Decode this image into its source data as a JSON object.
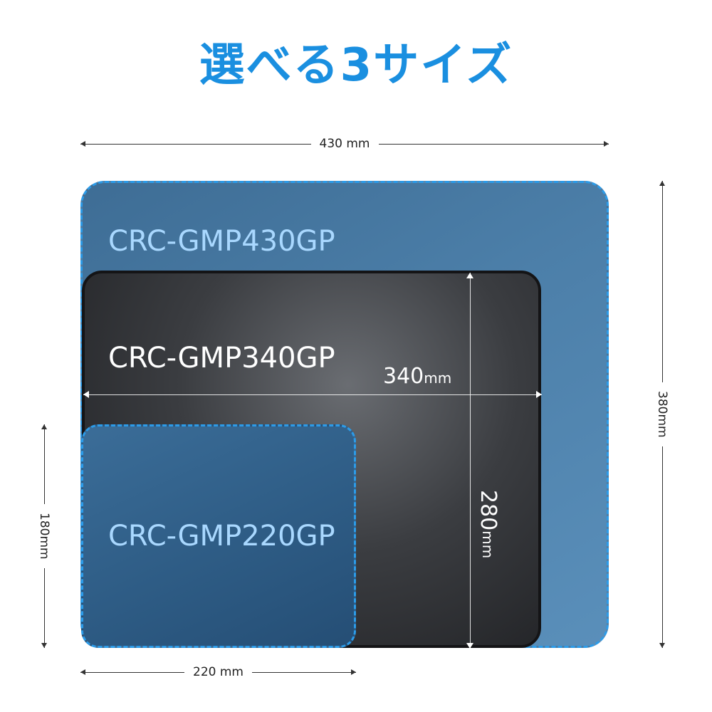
{
  "title": "選べる3サイズ",
  "dimensions": {
    "top_width": "430 mm",
    "right_height": "380mm",
    "left_height": "180mm",
    "bottom_width": "220 mm",
    "inner_width_value": "340",
    "inner_width_unit": "mm",
    "inner_height_value": "280",
    "inner_height_unit": "mm"
  },
  "pads": {
    "large": "CRC-GMP430GP",
    "medium": "CRC-GMP340GP",
    "small": "CRC-GMP220GP"
  },
  "colors": {
    "title": "#1a8fe0",
    "dashed_border": "#2c9be8",
    "large_pad": "#4c7fa9",
    "medium_pad": "#2e3033",
    "small_pad": "#2e5c85",
    "label_blue": "#a9d8ff"
  }
}
